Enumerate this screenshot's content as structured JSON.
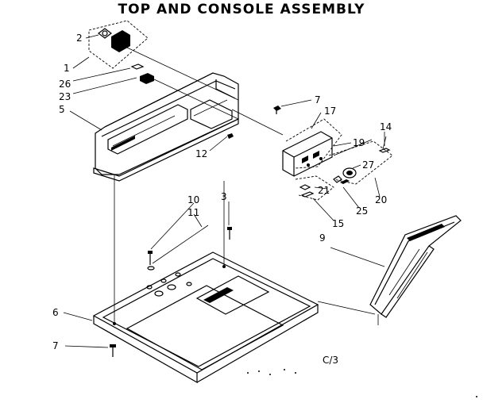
{
  "diagram": {
    "title": "TOP AND CONSOLE ASSEMBLY",
    "code": "C/3",
    "callouts": [
      "1",
      "2",
      "26",
      "23",
      "5",
      "12",
      "7",
      "17",
      "14",
      "19",
      "27",
      "21",
      "20",
      "25",
      "15",
      "10",
      "11",
      "3",
      "9",
      "6",
      "7"
    ]
  }
}
